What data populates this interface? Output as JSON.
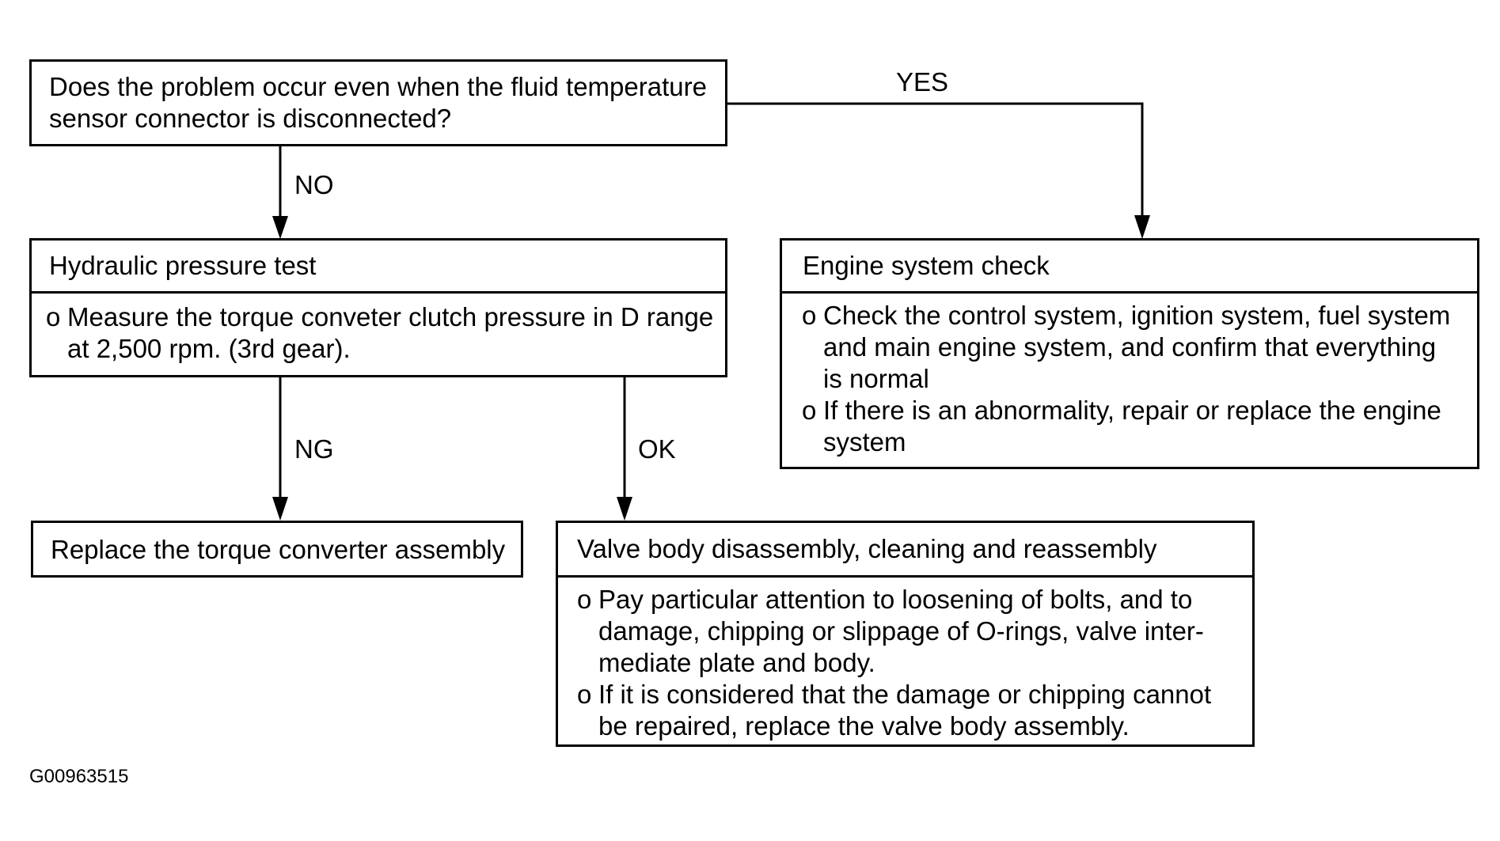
{
  "question": {
    "lines": [
      "Does the problem occur even when the fluid temperature",
      "sensor connector is disconnected?"
    ]
  },
  "hydraulic": {
    "title": "Hydraulic pressure test",
    "bullet_mark": "o",
    "items": [
      {
        "lines": [
          "Measure the torque conveter clutch pressure in D range",
          "at 2,500 rpm. (3rd gear)."
        ]
      }
    ]
  },
  "engine": {
    "title": "Engine system check",
    "bullet_mark": "o",
    "items": [
      {
        "lines": [
          "Check the control system, ignition system, fuel system",
          "and main engine system, and confirm that everything",
          "is normal"
        ]
      },
      {
        "lines": [
          "If there is an abnormality, repair or replace the engine",
          "system"
        ]
      }
    ]
  },
  "replace": {
    "title": "Replace the torque converter assembly"
  },
  "valve": {
    "title": "Valve body disassembly, cleaning and reassembly",
    "bullet_mark": "o",
    "items": [
      {
        "lines": [
          "Pay particular attention to loosening of bolts, and to",
          "damage, chipping or slippage of O-rings, valve inter-",
          "mediate plate and body."
        ]
      },
      {
        "lines": [
          "If it is considered that the damage or chipping cannot",
          "be repaired, replace the valve body assembly."
        ]
      }
    ]
  },
  "labels": {
    "yes": "YES",
    "no": "NO",
    "ng": "NG",
    "ok": "OK"
  },
  "figure_id": "G00963515"
}
